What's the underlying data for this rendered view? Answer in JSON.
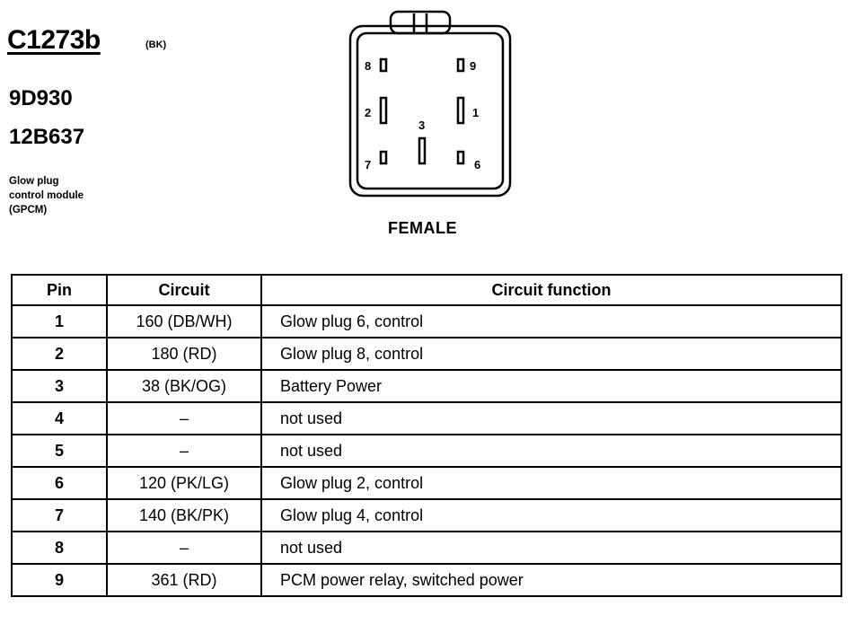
{
  "connector": {
    "id": "C1273b",
    "color_code": "(BK)",
    "part_numbers": [
      "9D930",
      "12B637"
    ],
    "module_description": [
      "Glow plug",
      "control module",
      "(GPCM)"
    ],
    "gender": "FEMALE",
    "face_pin_labels": {
      "p1": "1",
      "p2": "2",
      "p3": "3",
      "p6": "6",
      "p7": "7",
      "p8": "8",
      "p9": "9"
    }
  },
  "table": {
    "headers": [
      "Pin",
      "Circuit",
      "Circuit function"
    ],
    "rows": [
      {
        "pin": "1",
        "circuit": "160 (DB/WH)",
        "function": "Glow plug 6, control"
      },
      {
        "pin": "2",
        "circuit": "180 (RD)",
        "function": "Glow plug 8, control"
      },
      {
        "pin": "3",
        "circuit": "38 (BK/OG)",
        "function": "Battery Power"
      },
      {
        "pin": "4",
        "circuit": "–",
        "function": "not used"
      },
      {
        "pin": "5",
        "circuit": "–",
        "function": "not used"
      },
      {
        "pin": "6",
        "circuit": "120 (PK/LG)",
        "function": "Glow plug 2, control"
      },
      {
        "pin": "7",
        "circuit": "140 (BK/PK)",
        "function": "Glow plug 4, control"
      },
      {
        "pin": "8",
        "circuit": "–",
        "function": "not used"
      },
      {
        "pin": "9",
        "circuit": "361 (RD)",
        "function": "PCM power relay, switched power"
      }
    ]
  }
}
